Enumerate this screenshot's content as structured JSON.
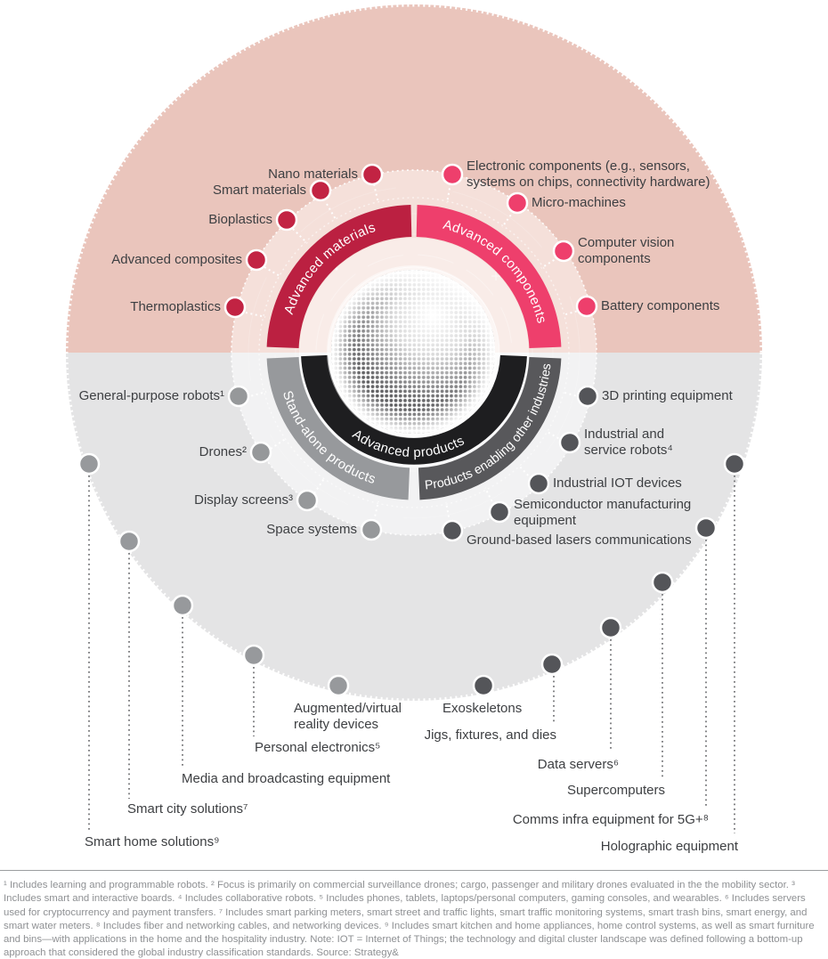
{
  "ring": {
    "materials": {
      "arc_label": "Advanced materials",
      "color": "#bb2041",
      "items": [
        "Nano materials",
        "Smart materials",
        "Bioplastics",
        "Advanced composites",
        "Thermoplastics"
      ]
    },
    "components": {
      "arc_label": "Advanced components",
      "color": "#ee3f6c",
      "items": [
        "Electronic components (e.g., sensors, systems on chips, connectivity hardware)",
        "Micro-machines",
        "Computer vision components",
        "Battery components"
      ]
    },
    "standalone": {
      "arc_label": "Stand-alone products",
      "color": "#97999c",
      "items": [
        "General-purpose robots¹",
        "Drones²",
        "Display screens³",
        "Space systems"
      ]
    },
    "enabling": {
      "arc_label": "Products enabling other industries",
      "color": "#58585b",
      "items": [
        "3D printing equipment",
        "Industrial and service robots⁴",
        "Industrial IOT devices",
        "Semiconductor manufacturing equipment",
        "Ground-based lasers communications"
      ]
    },
    "inner": {
      "arc_label": "Advanced products",
      "color": "#1e1e20"
    }
  },
  "outer": {
    "left": [
      "Augmented/virtual reality devices",
      "Personal electronics⁵",
      "Media and broadcasting equipment",
      "Smart city solutions⁷",
      "Smart home solutions⁹"
    ],
    "right": [
      "Exoskeletons",
      "Jigs, fixtures, and dies",
      "Data servers⁶",
      "Supercomputers",
      "Comms infra equipment for 5G+⁸",
      "Holographic equipment"
    ]
  },
  "colors": {
    "bg_top_outer": "#eac5bc",
    "bg_top_inner": "#f5e0da",
    "bg_bottom_outer": "#e4e4e5",
    "bg_bottom_inner": "#f2f2f3",
    "dot_materials": "#c22343",
    "dot_components": "#ee3f6c",
    "dot_standalone_inner": "#96989a",
    "dot_outer_left": "#97999c",
    "dot_dark": "#545559"
  },
  "footnote": "¹ Includes learning and programmable robots. ² Focus is primarily on commercial surveillance drones; cargo, passenger and military drones evaluated in the the mobility sector. ³ Includes smart and interactive boards. ⁴ Includes collaborative robots. ⁵ Includes phones, tablets, laptops/personal computers, gaming consoles, and wearables. ⁶ Includes servers used for cryptocurrency and payment transfers. ⁷ Includes smart parking meters, smart street and traffic lights, smart traffic monitoring systems, smart trash bins, smart energy, and smart water meters. ⁸ Includes fiber and networking cables, and networking devices. ⁹ Includes smart kitchen and home appliances, home control systems, as well as smart furniture and bins—with applications in the home and the hospitality industry. Note: IOT = Internet of Things; the technology and digital cluster landscape was defined following a bottom-up approach that considered the global industry classification standards. Source: Strategy&"
}
